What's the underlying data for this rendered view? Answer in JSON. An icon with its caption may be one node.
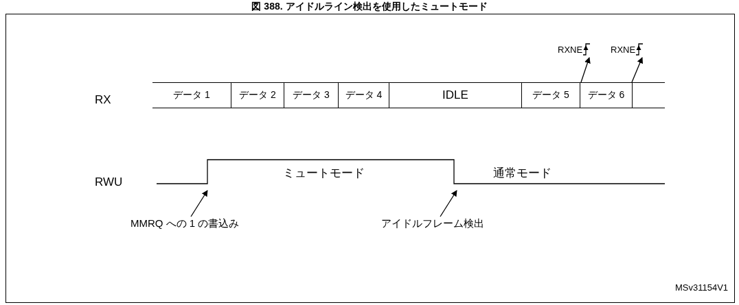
{
  "diagram": {
    "title": "図 388. アイドルライン検出を使用したミュートモード",
    "nodes": [
      {
        "text": [
          "データ 1"
        ]
      },
      {
        "text": [
          "データ 2"
        ]
      },
      {
        "text": [
          "データ 3"
        ]
      },
      {
        "text": [
          "データ 4"
        ]
      },
      {
        "text": [
          "IDLE"
        ]
      },
      {
        "text": [
          "データ 5"
        ]
      },
      {
        "text": [
          "データ 6"
        ]
      },
      {
        "text": [],
        "shape": "box"
      },
      {
        "text": [
          "RXNE"
        ]
      },
      {
        "text": [
          "RXNE"
        ]
      },
      {
        "text": [
          "MMRQ への 1 の書込み"
        ]
      },
      {
        "text": [
          "アイドルフレーム検出"
        ]
      }
    ],
    "edges": [
      {
        "from": 6,
        "to": 8,
        "arrow": "to"
      },
      {
        "from": 6,
        "to": 9,
        "arrow": "to"
      },
      {
        "from": 10,
        "to": null,
        "arrow": "to"
      },
      {
        "from": 11,
        "to": null,
        "arrow": "to"
      }
    ],
    "labels": [
      "RX",
      "RWU",
      "ミュートモード",
      "通常モード",
      "MSv31154V1"
    ]
  }
}
